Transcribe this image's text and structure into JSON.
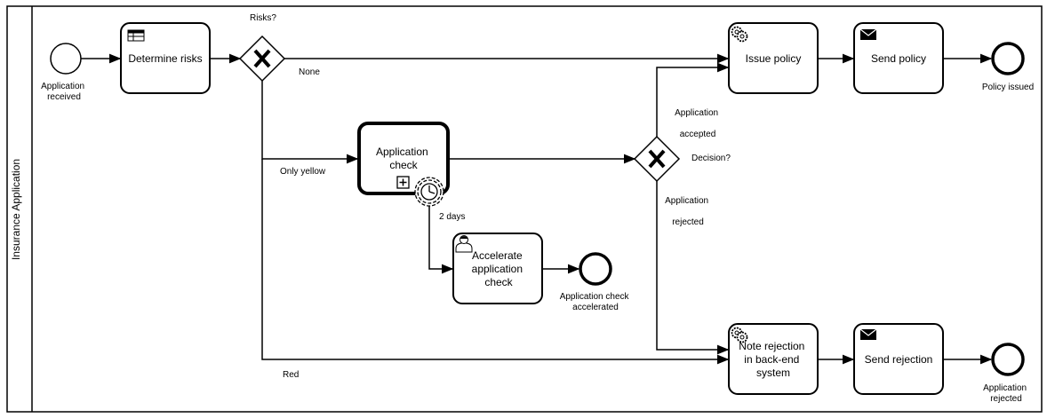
{
  "pool": {
    "label": "Insurance Application"
  },
  "events": {
    "start": {
      "label": [
        "Application",
        "received"
      ]
    },
    "end_policy": {
      "label": [
        "Policy issued"
      ]
    },
    "end_accelerated": {
      "label": [
        "Application check",
        "accelerated"
      ]
    },
    "end_rejected": {
      "label": [
        "Application",
        "rejected"
      ]
    }
  },
  "tasks": {
    "determine_risks": {
      "label": [
        "Determine risks"
      ],
      "icon": "table-icon"
    },
    "application_check": {
      "label": [
        "Application",
        "check"
      ],
      "icon": "subprocess-plus-icon"
    },
    "accelerate_check": {
      "label": [
        "Accelerate",
        "application",
        "check"
      ],
      "icon": "user-icon"
    },
    "issue_policy": {
      "label": [
        "Issue policy"
      ],
      "icon": "gear-icon"
    },
    "send_policy": {
      "label": [
        "Send policy"
      ],
      "icon": "envelope-icon"
    },
    "note_rejection": {
      "label": [
        "Note rejection",
        "in back-end",
        "system"
      ],
      "icon": "gear-icon"
    },
    "send_rejection": {
      "label": [
        "Send rejection"
      ],
      "icon": "envelope-icon"
    }
  },
  "gateways": {
    "risks": {
      "label": "Risks?"
    },
    "decision": {
      "label": "Decision?"
    }
  },
  "timer": {
    "label": "2 days"
  },
  "flows": {
    "none": "None",
    "only_yellow": "Only yellow",
    "red": "Red",
    "accepted": [
      "Application",
      "accepted"
    ],
    "rejected": [
      "Application",
      "rejected"
    ]
  }
}
